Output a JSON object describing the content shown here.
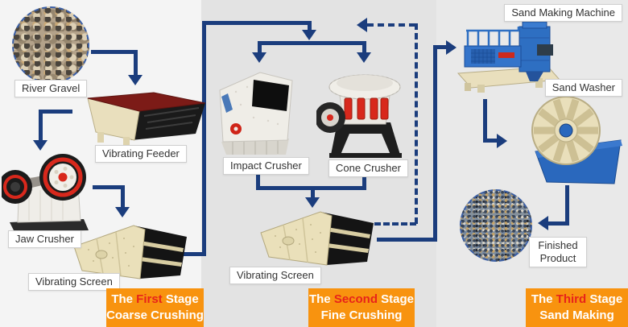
{
  "labels": {
    "river_gravel": "River Gravel",
    "vibrating_feeder": "Vibrating Feeder",
    "jaw_crusher": "Jaw Crusher",
    "vibrating_screen_stage1": "Vibrating Screen",
    "impact_crusher": "Impact Crusher",
    "cone_crusher": "Cone Crusher",
    "vibrating_screen_stage2": "Vibrating Screen",
    "sand_making_machine": "Sand Making Machine",
    "sand_washer": "Sand Washer",
    "finished_product": "Finished Product"
  },
  "banners": [
    {
      "pre": "The ",
      "highlight": "First",
      "post": " Stage",
      "line2": "Coarse Crushing"
    },
    {
      "pre": "The ",
      "highlight": "Second",
      "post": " Stage",
      "line2": "Fine Crushing"
    },
    {
      "pre": "The ",
      "highlight": "Third",
      "post": " Stage",
      "line2": "Sand Making"
    }
  ],
  "colors": {
    "arrow": "#1b3d7d",
    "banner_bg": "#f8930f",
    "banner_highlight": "#e8231a",
    "banner_text": "#ffffff",
    "left_bg": "#f4f4f4",
    "middle_bg": "#e3e3e3",
    "right_bg": "#e9e9e9",
    "label_text": "#333333",
    "label_border": "#cfcfcf",
    "machine_blue": "#2e6fc2",
    "machine_cream": "#e9dfbd",
    "machine_red": "#d8281c",
    "machine_maroon": "#7c1b17"
  }
}
